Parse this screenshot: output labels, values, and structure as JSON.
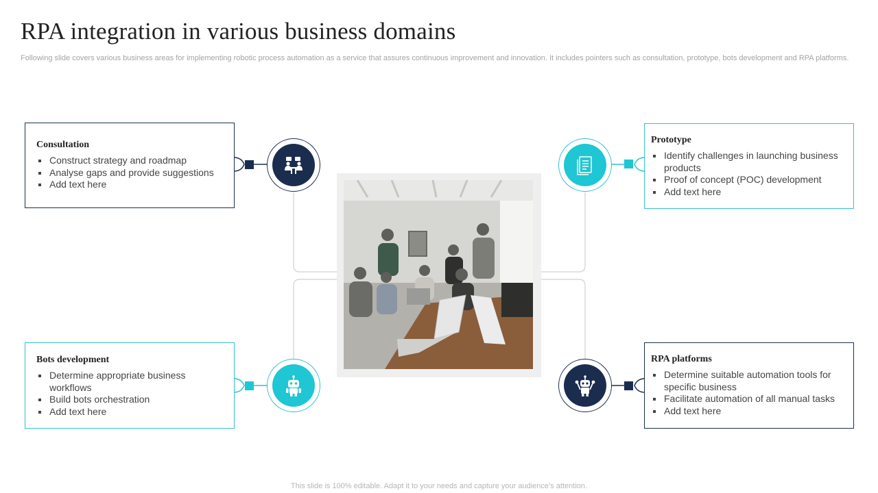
{
  "header": {
    "title": "RPA integration in various business domains",
    "subtitle": "Following slide covers various business areas for implementing robotic process automation as a service that assures continuous improvement and innovation. It includes pointers such as consultation, prototype, bots development and RPA platforms."
  },
  "footer": {
    "text": "This slide is 100% editable. Adapt it to your needs and capture your audience’s attention."
  },
  "colors": {
    "navy": "#1b2d4f",
    "teal": "#1fc6d4",
    "connector": "#d9d9d9"
  },
  "domains": [
    {
      "title": "Consultation",
      "icon": "meeting-icon",
      "color": "navy",
      "points": [
        "Construct strategy and roadmap",
        "Analyse gaps and provide suggestions",
        "Add text here"
      ]
    },
    {
      "title": "Prototype",
      "icon": "document-icon",
      "color": "teal",
      "points": [
        "Identify challenges in launching business products",
        "Proof of concept (POC) development",
        "Add text here"
      ]
    },
    {
      "title": "Bots development",
      "icon": "robot-icon",
      "color": "teal",
      "points": [
        "Determine appropriate business workflows",
        "Build bots orchestration",
        "Add text here"
      ]
    },
    {
      "title": "RPA platforms",
      "icon": "bot-arms-icon",
      "color": "navy",
      "points": [
        "Determine suitable automation tools for specific business",
        "Facilitate automation of all manual tasks",
        "Add text here"
      ]
    }
  ],
  "center_image": {
    "icon": "team-meeting-photo"
  }
}
